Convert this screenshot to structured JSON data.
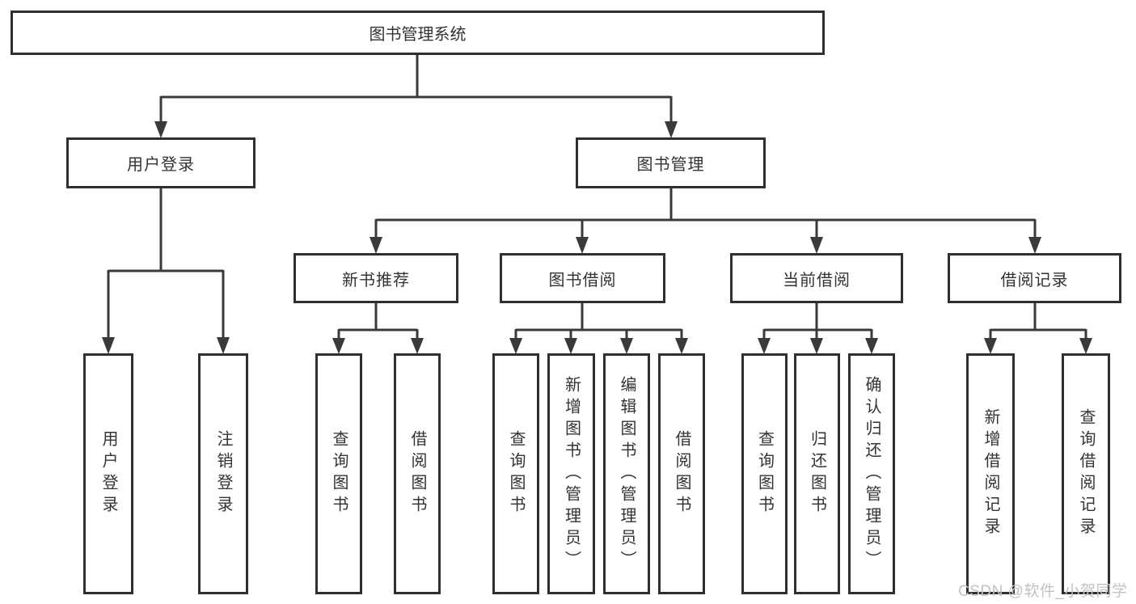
{
  "tree": {
    "root": {
      "label": "图书管理系统"
    },
    "branches": [
      {
        "label": "用户登录",
        "children": [
          {
            "label": "用户登录"
          },
          {
            "label": "注销登录"
          }
        ]
      },
      {
        "label": "图书管理",
        "children": [
          {
            "label": "新书推荐",
            "children": [
              {
                "label": "查询图书"
              },
              {
                "label": "借阅图书"
              }
            ]
          },
          {
            "label": "图书借阅",
            "children": [
              {
                "label": "查询图书"
              },
              {
                "label": "新增图书（管理员）"
              },
              {
                "label": "编辑图书（管理员）"
              },
              {
                "label": "借阅图书"
              }
            ]
          },
          {
            "label": "当前借阅",
            "children": [
              {
                "label": "查询图书"
              },
              {
                "label": "归还图书"
              },
              {
                "label": "确认归还（管理员）"
              }
            ]
          },
          {
            "label": "借阅记录",
            "children": [
              {
                "label": "新增借阅记录"
              },
              {
                "label": "查询借阅记录"
              }
            ]
          }
        ]
      }
    ]
  },
  "watermark": {
    "text": "CSDN @软件_小贺同学"
  },
  "colors": {
    "line": "#3a3a3a",
    "border": "#2f2f2f",
    "text": "#333333",
    "watermark": "#c2c2c2",
    "background": "#ffffff"
  }
}
